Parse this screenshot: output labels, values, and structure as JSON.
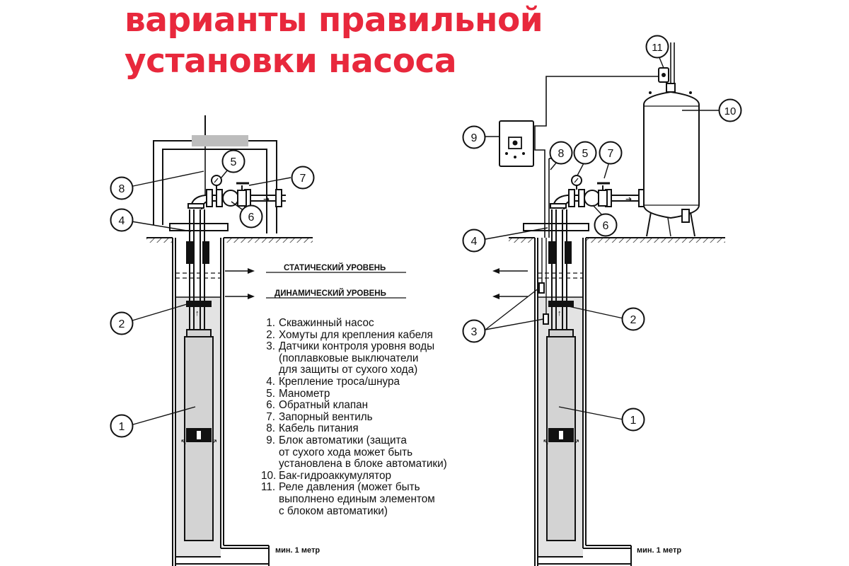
{
  "title": {
    "line1": "варианты правильной",
    "line2": "установки насоса"
  },
  "colors": {
    "title": "#e8283c",
    "line": "#111111",
    "water": "#e3e3e3",
    "pump_fill": "#d3d3d3",
    "cap": "#bdbdbd"
  },
  "levels": {
    "static": "СТАТИЧЕСКИЙ УРОВЕНЬ",
    "dynamic": "ДИНАМИЧЕСКИЙ УРОВЕНЬ"
  },
  "min_depth": {
    "left": "мин. 1 метр",
    "right": "мин. 1 метр"
  },
  "callouts": {
    "left": {
      "c1": "1",
      "c2": "2",
      "c4": "4",
      "c5": "5",
      "c6": "6",
      "c7": "7",
      "c8": "8"
    },
    "right": {
      "c1": "1",
      "c2": "2",
      "c3": "3",
      "c4": "4",
      "c5": "5",
      "c6": "6",
      "c7": "7",
      "c8": "8",
      "c9": "9",
      "c10": "10",
      "c11": "11"
    }
  },
  "legend": [
    {
      "num": "1.",
      "text": "Скважинный насос"
    },
    {
      "num": "2.",
      "text": "Хомуты для крепления кабеля"
    },
    {
      "num": "3.",
      "text": "Датчики контроля уровня воды\n(поплавковые выключатели\nдля защиты от сухого хода)"
    },
    {
      "num": "4.",
      "text": "Крепление троса/шнура"
    },
    {
      "num": "5.",
      "text": "Манометр"
    },
    {
      "num": "6.",
      "text": "Обратный клапан"
    },
    {
      "num": "7.",
      "text": "Запорный вентиль"
    },
    {
      "num": "8.",
      "text": "Кабель питания"
    },
    {
      "num": "9.",
      "text": "Блок автоматики (защита\nот сухого хода может быть\nустановлена в блоке автоматики)"
    },
    {
      "num": "10.",
      "text": "Бак-гидроаккумулятор"
    },
    {
      "num": "11.",
      "text": "Реле давления (может быть\nвыполнено единым элементом\nс блоком автоматики)"
    }
  ]
}
